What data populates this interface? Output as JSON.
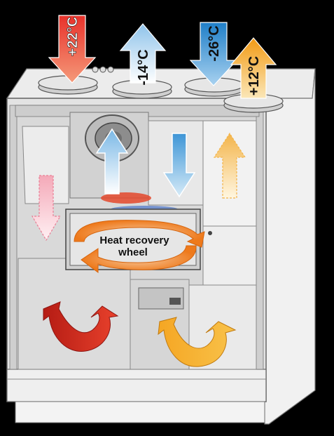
{
  "diagram": {
    "temperatures": {
      "outdoor_supply_hot": "+22°C",
      "exhaust_cold": "-14°C",
      "intake_cold": "-26°C",
      "supply_warm": "+12°C"
    },
    "wheel_label_line1": "Heat recovery",
    "wheel_label_line2": "wheel"
  },
  "colors": {
    "background": "#000000",
    "cabinet": "#e6e6e6",
    "hot_red": "#e8312a",
    "cold_blue": "#9ec8e8",
    "deep_blue": "#2f8fd0",
    "warm_orange": "#f4a21a",
    "wheel_orange": "#f08a1a"
  }
}
